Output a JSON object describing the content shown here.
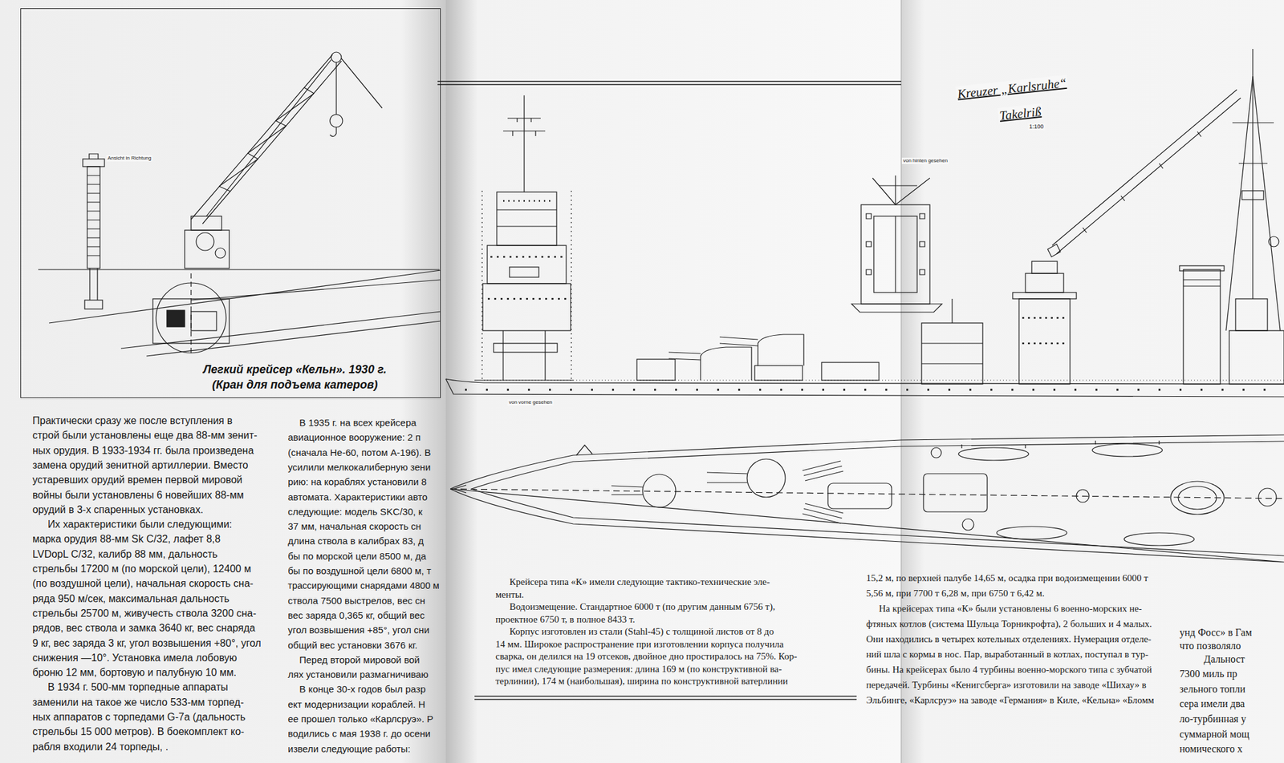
{
  "diagram": {
    "nodes": [
      {
        "text": [
          "Легкий крейсер «Кельн». 1930 г.",
          "(Кран для подъема катеров)"
        ]
      }
    ],
    "labels": [
      "Практически сразу же после вступления в",
      "строй были установлены еще два 88-мм зенит-",
      "ных орудия. В 1933-1934 гг. была произведена",
      "замена орудий зенитной артиллерии. Вместо",
      "устаревших орудий времен первой мировой",
      "войны были установлены 6 новейших 88-мм",
      "орудий в 3-х спаренных установках.",
      "Их характеристики были следующими:",
      "марка орудия 88-мм Sk C/32, лафет 8,8",
      "LVDopL C/32, калибр 88 мм, дальность",
      "стрельбы 17200 м (по морской цели), 12400 м",
      "(по воздушной цели), начальная скорость сна-",
      "ряда 950 м/сек, максимальная дальность",
      "стрельбы 25700 м, живучесть ствола 3200 сна-",
      "рядов, вес ствола и замка 3640 кг, вес снаряда",
      "9 кг, вес заряда 3 кг, угол возвышения +80°, угол",
      "снижения —10°. Установка имела лобовую",
      "броню 12 мм, бортовую и палубную 10 мм.",
      "В 1934 г. 500-мм торпедные аппараты",
      "заменили на такое же число 533-мм торпед-",
      "ных аппаратов с торпедами G-7a (дальность",
      "стрельбы 15 000 метров). В боекомплект ко-",
      "рабля входили 24 торпеды, .",
      "В 1935 г. на всех крейсера",
      "авиационное вооружение: 2 п",
      "(сначала Не-60, потом А-196). В",
      "усилили мелкокалиберную зени",
      "рию: на кораблях установили 8",
      "автомата. Характеристики авто",
      "следующие: модель SKC/30, к",
      "37 мм, начальная скорость сн",
      "длина ствола в калибрах 83, д",
      "бы по морской цели 8500 м, да",
      "бы по воздушной цели 6800 м, т",
      "трассирующими снарядами 4800 м",
      "ствола 7500 выстрелов, вес сн",
      "вес заряда 0,365 кг, общий вес",
      "угол возвышения +85°, угол сни",
      "общий вес установки 3676 кг.",
      "Перед второй мировой вой",
      "лях установили размагничиваю",
      "В конце 30-х годов был разр",
      "ект модернизации кораблей. Н",
      "ее прошел только «Карлсруэ». Р",
      "водились с мая 1938 г. до осени",
      "извели следующие работы:",
      "Крейсера типа «К» имели следующие тактико-технические эле-",
      "менты.",
      "Водоизмещение. Стандартное 6000 т (по другим данным 6756 т),",
      "проектное 6750 т, в полное 8433 т.",
      "Корпус изготовлен из стали (Stahl-45) с толщиной листов от 8 до",
      "14 мм. Широкое распространение при изготовлении корпуса получила",
      "сварка, он делился на 19 отсеков, двойное дно простиралось на 75%. Кор-",
      "пус имел следующие размерения: длина 169 м (по конструктивной ва-",
      "терлинии), 174 м (наибольшая), ширина по конструктивной ватерлинии",
      "15,2 м, по верхней палубе 14,65 м, осадка при водоизмещении 6000 т",
      "5,56 м, при 7700 т 6,28 м, при 6750 т 6,42 м.",
      "На крейсерах типа «К» были установлены 6 военно-морских не-",
      "фтяных котлов (система Шульца Торникрофта), 2 больших и 4 малых.",
      "Они находились в четырех котельных отделениях. Нумерация отделе-",
      "ний шла с кормы в нос. Пар, выработанный в котлах, поступал в тур-",
      "бины. На крейсерах было 4 турбины военно-морского типа с зубчатой",
      "передачей. Турбины «Кенигсберга» изготовили на заводе «Шихау» в",
      "Эльбинге, «Карлсруэ» на заводе «Германия» в Киле, «Кельна» «Бломм",
      "унд Фосс» в Гам",
      "что позволяло",
      "Дальност",
      "7300 миль пр",
      "зельного топли",
      "сера имели два",
      "ло-турбинная у",
      "суммарной мощ",
      "номического х",
      "Ansicht in Richtung",
      "von vorne gesehen",
      "von hinten gesehen",
      "Kreuzer „Karlsruhe“",
      "Takelriß",
      "1:100"
    ]
  }
}
